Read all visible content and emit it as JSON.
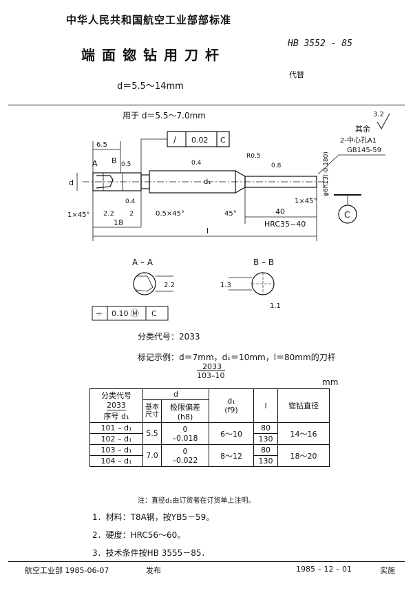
{
  "header": {
    "organization": "中华人民共和国航空工业部部标准",
    "standard_no": "HB 3552 - 85",
    "title": "端面锪钻用刀杆",
    "replaces": "代替",
    "size_range": "d＝5.5～14mm"
  },
  "drawing": {
    "usage_note": "用于 d＝5.5～7.0mm",
    "tolerance_frame": [
      "/",
      "0.02",
      "C"
    ],
    "other_roughness": "其余",
    "roughness_value": "3.2",
    "center_hole": "2-中心孔A1",
    "center_hole_std": "GB145-59",
    "dims": {
      "d65": "6.5",
      "a": "A",
      "b": "B",
      "d05": "0.5",
      "d": "d",
      "r04": "0.4",
      "r05": "R0.5",
      "r08": "0.8",
      "d1": "d₁",
      "r04b": "0.4",
      "shank_dia": "φ6h13(-0.180)",
      "ch1": "1×45°",
      "ch2": "1×45°",
      "d22": "2.2",
      "n2": "2",
      "d18": "18",
      "d05x45": "0.5×45°",
      "a45": "45°",
      "l40": "40",
      "hrc": "HRC35~40",
      "l": "l",
      "datum_c": "C"
    },
    "section_a": "A – A",
    "section_a_dim": "2.2",
    "section_b": "B – B",
    "section_b_dim1": "1.3",
    "section_b_dim2": "1.1",
    "position_frame": [
      "⌯",
      "0.10",
      "Ⓜ",
      "C"
    ]
  },
  "classification": "分类代号：2033",
  "marking_example": "标记示例：d＝7mm，d₁＝10mm，l＝80mm的刀杆",
  "marking_formula_top": "2033",
  "marking_formula_bottom": "103–10",
  "unit": "mm",
  "table": {
    "headers": {
      "code": "分类代号",
      "code_num": "2033",
      "seq": "序号",
      "seq_d1": "d₁",
      "d": "d",
      "nominal": "基本尺寸",
      "deviation": "极限偏差",
      "deviation_fit": "(h8)",
      "d1": "d₁",
      "d1_fit": "(f9)",
      "l": "l",
      "counterbore": "锪钻直径"
    },
    "rows": [
      {
        "seq": "101 – d₁",
        "nominal": "5.5",
        "dev_top": "0",
        "dev_bot": "–0.018",
        "d1": "6～10",
        "l": "80",
        "dia": "14～16"
      },
      {
        "seq": "102 – d₁",
        "l": "130"
      },
      {
        "seq": "103 – d₁",
        "nominal": "7.0",
        "dev_top": "0",
        "dev_bot": "–0.022",
        "d1": "8～12",
        "l": "80",
        "dia": "18～20"
      },
      {
        "seq": "104 – d₁",
        "l": "130"
      }
    ]
  },
  "note": "注：直径d₁由订货者在订货单上注明。",
  "requirements": [
    "1．材料：T8A钢，按YB5－59。",
    "2．硬度：HRC56～60。",
    "3．技术条件按HB 3555－85．"
  ],
  "footer": {
    "issuer": "航空工业部 1985-06-07",
    "issued": "发布",
    "effective_date": "1985 – 12 – 01",
    "effective": "实施"
  }
}
